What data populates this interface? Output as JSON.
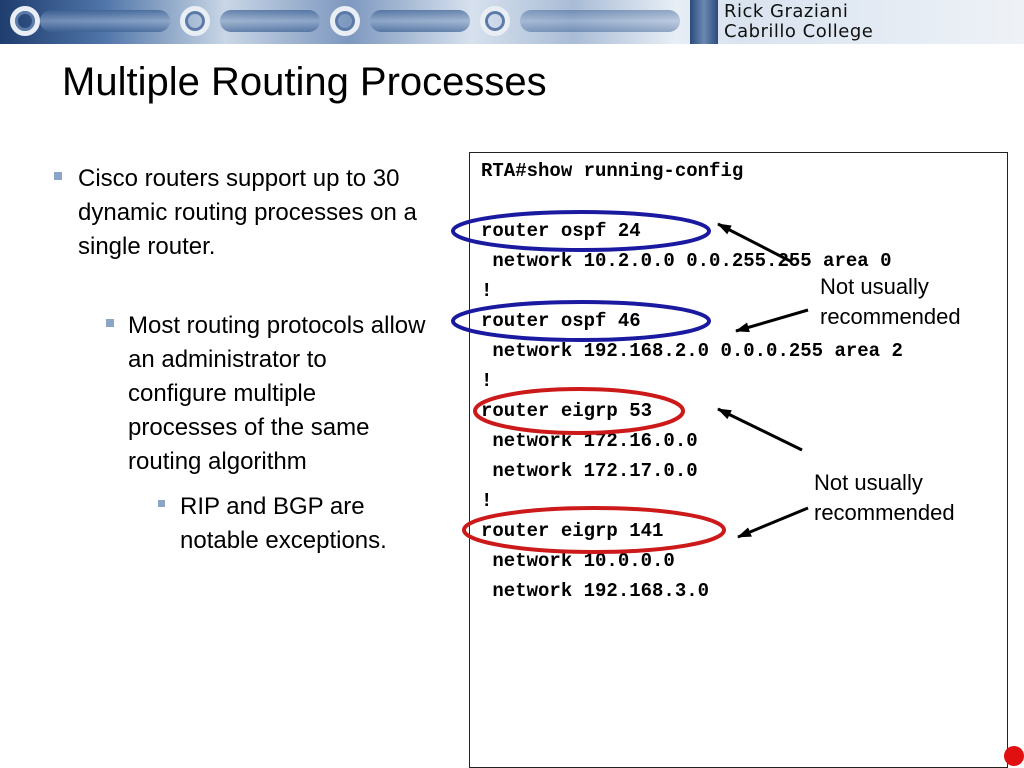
{
  "banner": {
    "author": "Rick Graziani",
    "institution": "Cabrillo College"
  },
  "slide": {
    "title": "Multiple Routing Processes",
    "bullets": [
      {
        "level": 1,
        "text": "Cisco routers support up to 30 dynamic routing processes on a single router."
      },
      {
        "level": 2,
        "text": "Most routing protocols allow an administrator to configure multiple processes of the same routing algorithm"
      },
      {
        "level": 3,
        "text": "RIP and BGP are notable exceptions."
      }
    ]
  },
  "config": {
    "lines": [
      "RTA#show running-config",
      "",
      "router ospf 24",
      " network 10.2.0.0 0.0.255.255 area 0",
      "!",
      "router ospf 46",
      " network 192.168.2.0 0.0.0.255 area 2",
      "!",
      "router eigrp 53",
      " network 172.16.0.0",
      " network 172.17.0.0",
      "!",
      "router eigrp 141",
      " network 10.0.0.0",
      " network 192.168.3.0"
    ]
  },
  "annotations": {
    "note1": "Not usually\nrecommended",
    "note2": "Not usually\nrecommended",
    "note1_lines": [
      "Not usually",
      "recommended"
    ],
    "note2_lines": [
      "Not usually",
      "recommended"
    ],
    "colors": {
      "ospf_circle": "#1a1aa0",
      "eigrp_circle": "#cc1a1a",
      "arrow": "#000000",
      "indicator": "#e01010"
    }
  }
}
